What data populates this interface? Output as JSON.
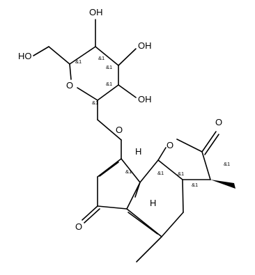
{
  "molecule": {
    "atom_labels": {
      "ho_top_left": "HO",
      "oh_top": "OH",
      "oh_right_upper": "OH",
      "oh_right_lower": "OH",
      "ring_o_sugar": "O",
      "glycosidic_o": "O",
      "lactone_ring_o": "O",
      "lactone_carbonyl_o": "O",
      "ketone_o": "O",
      "h_top": "H",
      "h_bottom": "H"
    },
    "stereo_labels": {
      "s1": "&1",
      "s2": "&1",
      "s3": "&1",
      "s4": "&1",
      "s5": "&1",
      "s6": "&1",
      "s7": "&1",
      "s8": "&1",
      "s9": "&1",
      "s10": "&1"
    }
  }
}
